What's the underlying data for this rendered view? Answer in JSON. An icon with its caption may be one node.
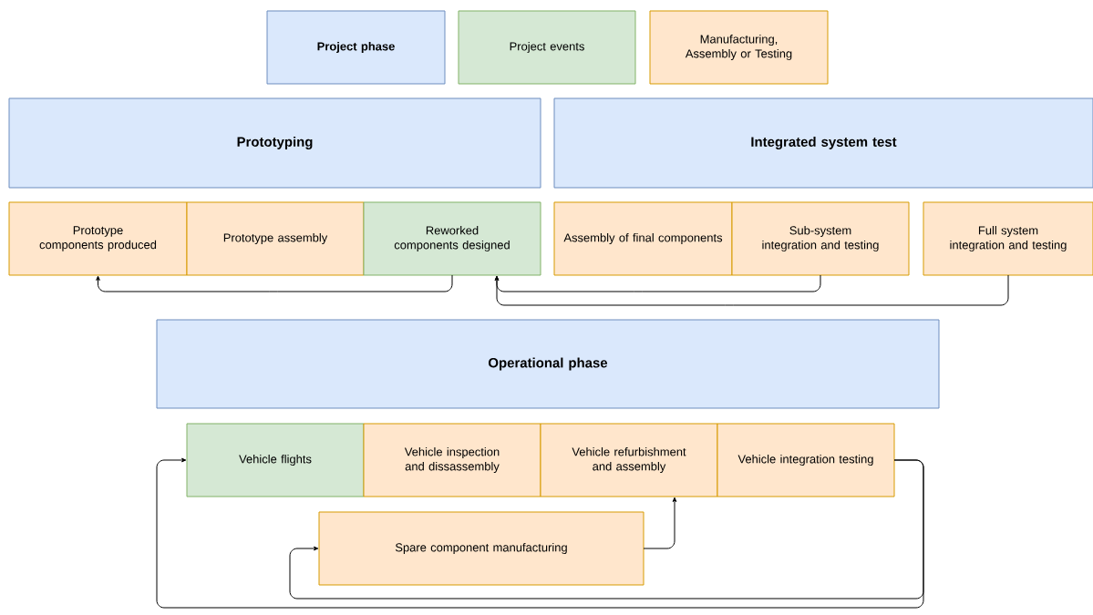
{
  "diagram": {
    "nodes": [
      {
        "text": [
          "Prototyping"
        ]
      },
      {
        "text": [
          "Integrated system test"
        ]
      },
      {
        "text": [
          "Prototype components produced"
        ]
      },
      {
        "text": [
          "Prototype assembly"
        ]
      },
      {
        "text": [
          "Reworked components designed"
        ]
      },
      {
        "text": [
          "Assembly of final components"
        ]
      },
      {
        "text": [
          "Sub-system integration and testing"
        ]
      },
      {
        "text": [
          "Full system integration and testing"
        ]
      },
      {
        "text": [
          "Operational phase"
        ]
      },
      {
        "text": [
          "Vehicle flights"
        ]
      },
      {
        "text": [
          "Vehicle inspection and dissassembly"
        ]
      },
      {
        "text": [
          "Vehicle refurbishment and assembly"
        ]
      },
      {
        "text": [
          "Vehicle integration testing"
        ]
      },
      {
        "text": [
          "Spare component manufacturing"
        ]
      }
    ],
    "edges": [
      {
        "from": 4,
        "to": 2,
        "arrow": "to"
      },
      {
        "from": 6,
        "to": 4,
        "arrow": "to"
      },
      {
        "from": 7,
        "to": 4,
        "arrow": "to"
      },
      {
        "from": 12,
        "to": 9,
        "arrow": "to"
      },
      {
        "from": 12,
        "to": 13,
        "arrow": "to"
      },
      {
        "from": 13,
        "to": 11,
        "arrow": "to"
      }
    ],
    "legend": [
      {
        "text": "Project phase",
        "color": "#dae8fc"
      },
      {
        "text": "Project events",
        "color": "#d5e8d4"
      },
      {
        "text": "Manufacturing, Assembly or Testing",
        "color": "#ffe6cc"
      }
    ]
  }
}
